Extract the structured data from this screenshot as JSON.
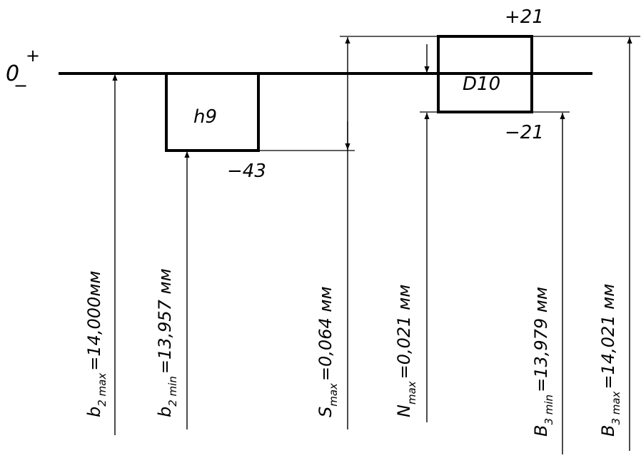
{
  "diagram": {
    "zero_line": {
      "zero": "0",
      "plus": "+",
      "minus": "−"
    },
    "shaft_zone": {
      "name": "h9",
      "lower_deviation": "−43"
    },
    "hole_zone": {
      "name": "D10",
      "upper_deviation": "+21",
      "lower_deviation": "−21"
    },
    "dimensions": [
      {
        "letter": "b",
        "sub": "2 max",
        "text": "=14,000мм"
      },
      {
        "letter": "b",
        "sub": "2 min",
        "text": "=13,957 мм"
      },
      {
        "letter": "S",
        "sub": "max",
        "text": "=0,064 мм"
      },
      {
        "letter": "N",
        "sub": "max",
        "text": "=0,021 мм"
      },
      {
        "letter": "B",
        "sub": "3 min",
        "text": "=13,979 мм"
      },
      {
        "letter": "B",
        "sub": "3 max",
        "text": "=14,021 мм"
      }
    ]
  }
}
